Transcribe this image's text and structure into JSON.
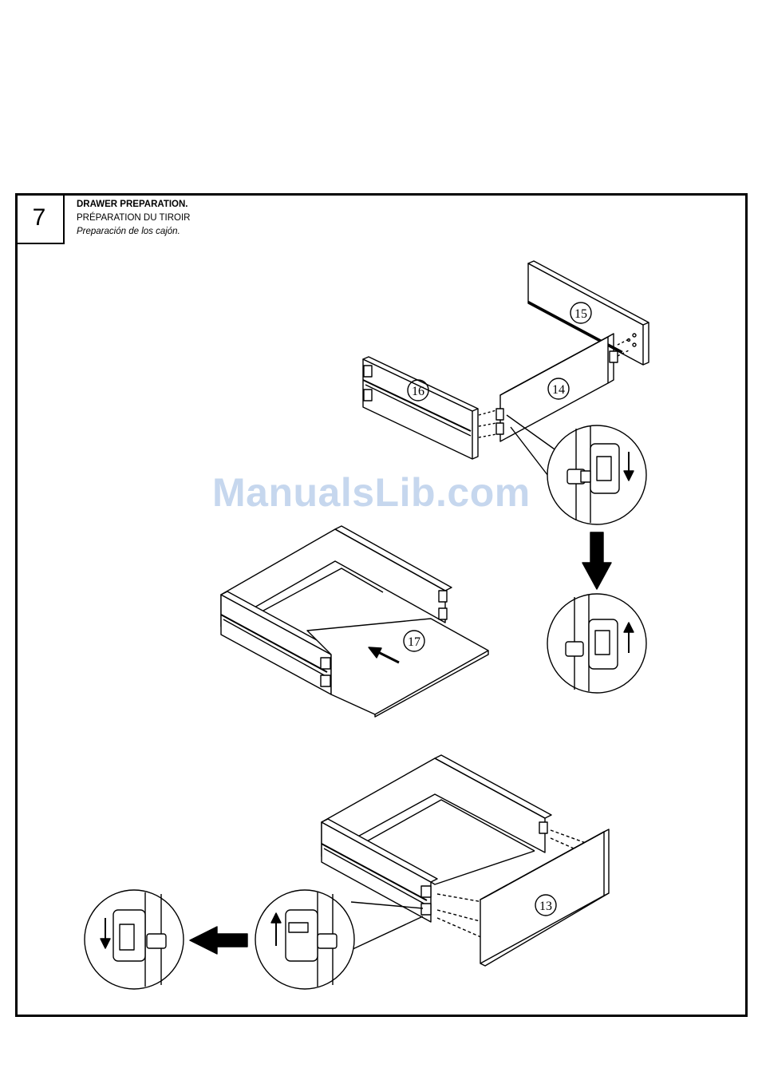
{
  "step": {
    "number": "7"
  },
  "title": {
    "en": "DRAWER PREPARATION.",
    "fr": "PRÉPARATION DU TIROIR",
    "es": "Preparación de los cajón."
  },
  "watermark": "ManualsLib.com",
  "parts": {
    "p15": "15",
    "p16": "16",
    "p14": "14",
    "p17": "17",
    "p13": "13"
  }
}
